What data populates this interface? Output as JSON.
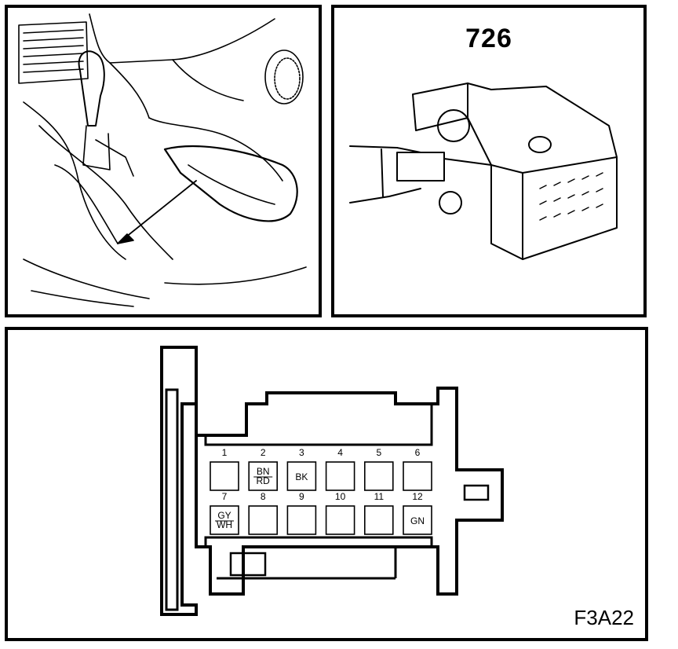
{
  "connector": {
    "number": "726"
  },
  "figure": {
    "code": "F3A22"
  },
  "pins": [
    {
      "pin": "1",
      "wire": []
    },
    {
      "pin": "2",
      "wire": [
        "BN",
        "RD"
      ]
    },
    {
      "pin": "3",
      "wire": [
        "BK"
      ]
    },
    {
      "pin": "4",
      "wire": []
    },
    {
      "pin": "5",
      "wire": []
    },
    {
      "pin": "6",
      "wire": []
    },
    {
      "pin": "7",
      "wire": [
        "GY",
        "WH"
      ]
    },
    {
      "pin": "8",
      "wire": []
    },
    {
      "pin": "9",
      "wire": []
    },
    {
      "pin": "10",
      "wire": []
    },
    {
      "pin": "11",
      "wire": []
    },
    {
      "pin": "12",
      "wire": [
        "GN"
      ]
    }
  ]
}
